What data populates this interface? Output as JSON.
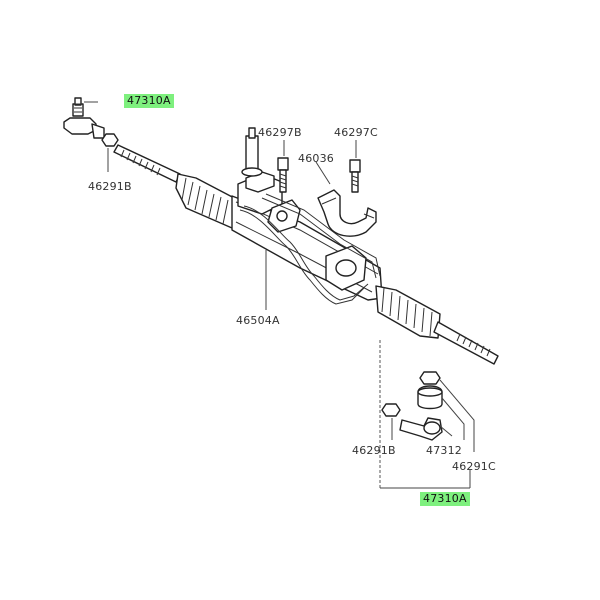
{
  "highlight_color": "#7ef07e",
  "labels": {
    "tie_rod_end_left": "47310A",
    "nut_left": "46291B",
    "bolt_1": "46297B",
    "bolt_2": "46297C",
    "clamp": "46036",
    "rack_assembly": "46504A",
    "nut_right": "46291B",
    "boot": "47312",
    "nut_castle": "46291C",
    "tie_rod_end_right": "47310A"
  }
}
